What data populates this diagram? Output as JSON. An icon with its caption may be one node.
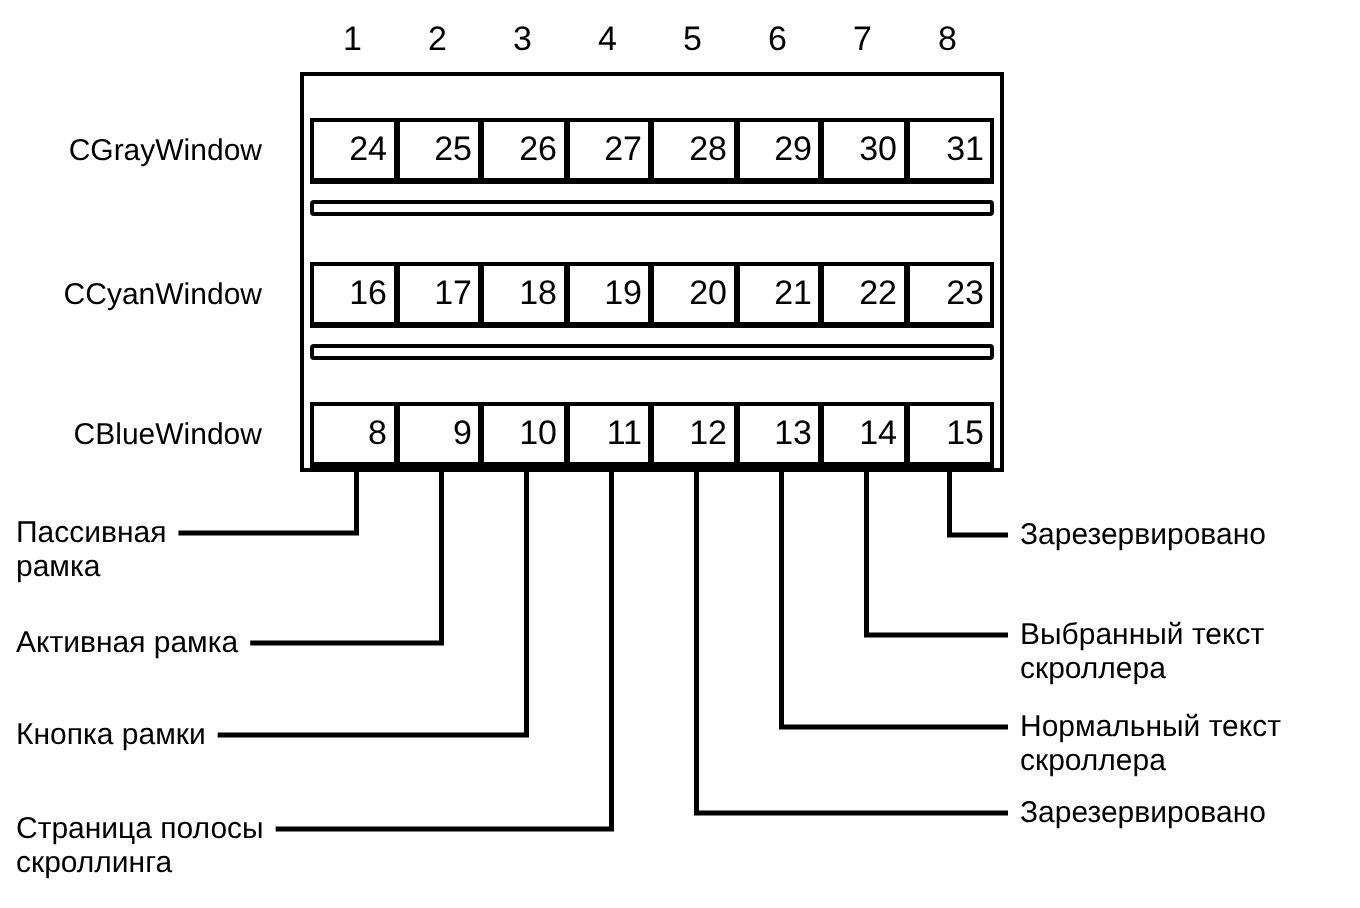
{
  "diagram": {
    "nodes": [
      {
        "text": [],
        "shape": "box"
      },
      {
        "text": [
          "CGrayWindow"
        ],
        "in": 0
      },
      {
        "text": [
          "24"
        ],
        "in": 1
      },
      {
        "text": [
          "25"
        ],
        "in": 1
      },
      {
        "text": [
          "26"
        ],
        "in": 1
      },
      {
        "text": [
          "27"
        ],
        "in": 1
      },
      {
        "text": [
          "28"
        ],
        "in": 1
      },
      {
        "text": [
          "29"
        ],
        "in": 1
      },
      {
        "text": [
          "30"
        ],
        "in": 1
      },
      {
        "text": [
          "31"
        ],
        "in": 1
      },
      {
        "text": [
          "CCyanWindow"
        ],
        "in": 0
      },
      {
        "text": [
          "16"
        ],
        "in": 10
      },
      {
        "text": [
          "17"
        ],
        "in": 10
      },
      {
        "text": [
          "18"
        ],
        "in": 10
      },
      {
        "text": [
          "19"
        ],
        "in": 10
      },
      {
        "text": [
          "20"
        ],
        "in": 10
      },
      {
        "text": [
          "21"
        ],
        "in": 10
      },
      {
        "text": [
          "22"
        ],
        "in": 10
      },
      {
        "text": [
          "23"
        ],
        "in": 10
      },
      {
        "text": [
          "CBlueWindow"
        ],
        "in": 0
      },
      {
        "text": [
          "8"
        ],
        "in": 19
      },
      {
        "text": [
          "9"
        ],
        "in": 19
      },
      {
        "text": [
          "10"
        ],
        "in": 19
      },
      {
        "text": [
          "11"
        ],
        "in": 19
      },
      {
        "text": [
          "12"
        ],
        "in": 19
      },
      {
        "text": [
          "13"
        ],
        "in": 19
      },
      {
        "text": [
          "14"
        ],
        "in": 19
      },
      {
        "text": [
          "15"
        ],
        "in": 19
      },
      {
        "text": [
          "Пассивная рамка"
        ]
      },
      {
        "text": [
          "Активная рамка"
        ]
      },
      {
        "text": [
          "Кнопка рамки"
        ]
      },
      {
        "text": [
          "Страница полосы скроллинга"
        ]
      },
      {
        "text": [
          "Зарезервировано"
        ]
      },
      {
        "text": [
          "Нормальный текст скроллера"
        ]
      },
      {
        "text": [
          "Выбранный текст скроллера"
        ]
      },
      {
        "text": [
          "Зарезервировано"
        ]
      }
    ],
    "edges": [
      {
        "from": 28,
        "to": 20,
        "arrow": "none"
      },
      {
        "from": 29,
        "to": 21,
        "arrow": "none"
      },
      {
        "from": 30,
        "to": 22,
        "arrow": "none"
      },
      {
        "from": 31,
        "to": 23,
        "arrow": "none"
      },
      {
        "from": 32,
        "to": 24,
        "arrow": "none"
      },
      {
        "from": 33,
        "to": 25,
        "arrow": "none"
      },
      {
        "from": 34,
        "to": 26,
        "arrow": "none"
      },
      {
        "from": 35,
        "to": 27,
        "arrow": "none"
      }
    ],
    "labels": [
      "1",
      "2",
      "3",
      "4",
      "5",
      "6",
      "7",
      "8"
    ]
  }
}
